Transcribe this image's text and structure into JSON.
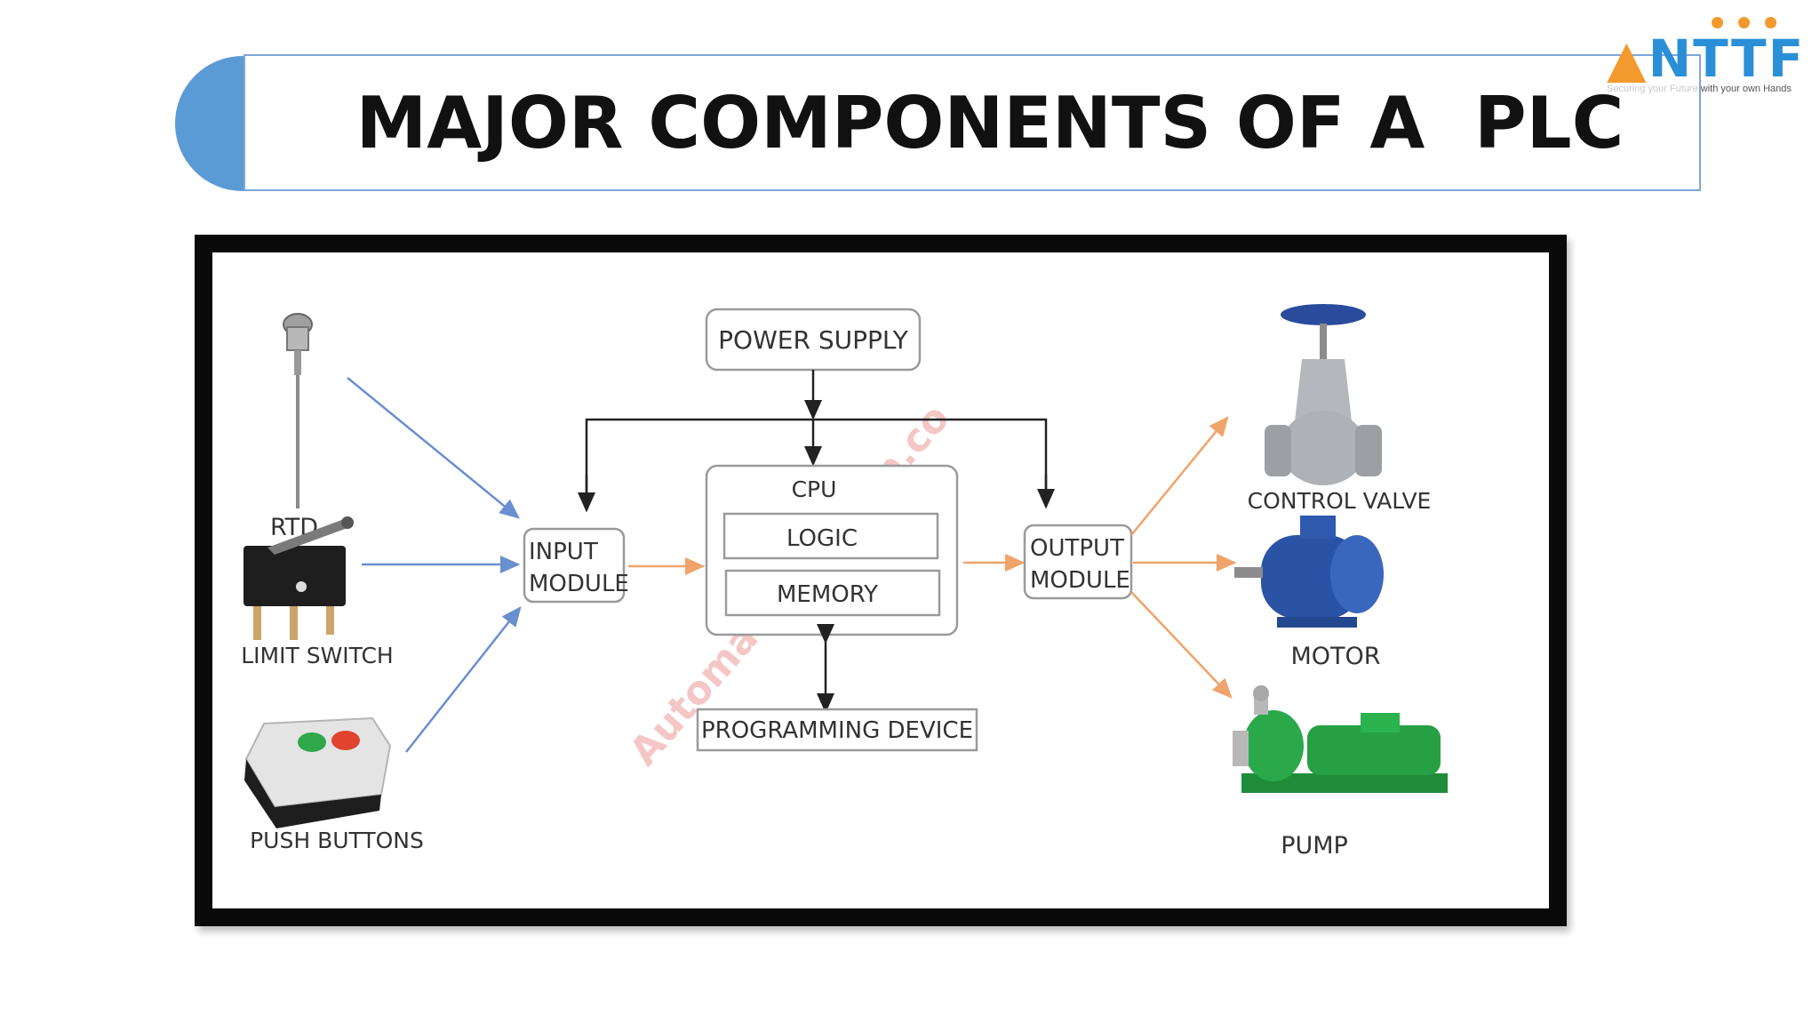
{
  "title": "MAJOR COMPONENTS OF A  PLC",
  "logo": {
    "brand": "NTTF",
    "tagline_faint": "Securing your Future",
    "tagline": "with your own Hands"
  },
  "diagram": {
    "inputs": {
      "rtd": "RTD",
      "limit_switch": "LIMIT SWITCH",
      "push_buttons": "PUSH BUTTONS"
    },
    "input_module": [
      "INPUT",
      "MODULE"
    ],
    "power_supply": "POWER SUPPLY",
    "cpu": "CPU",
    "logic": "LOGIC",
    "memory": "MEMORY",
    "programming_device": "PROGRAMMING DEVICE",
    "output_module": [
      "OUTPUT",
      "MODULE"
    ],
    "outputs": {
      "control_valve": "CONTROL VALVE",
      "motor": "MOTOR",
      "pump": "PUMP"
    },
    "watermark": "AutomationForum.co"
  },
  "colors": {
    "banner_blue": "#5b9bd5",
    "input_arrow": "#6a8fd0",
    "output_arrow": "#f0a36a",
    "logo_blue": "#2b8fd8",
    "logo_orange": "#f29a2e"
  }
}
